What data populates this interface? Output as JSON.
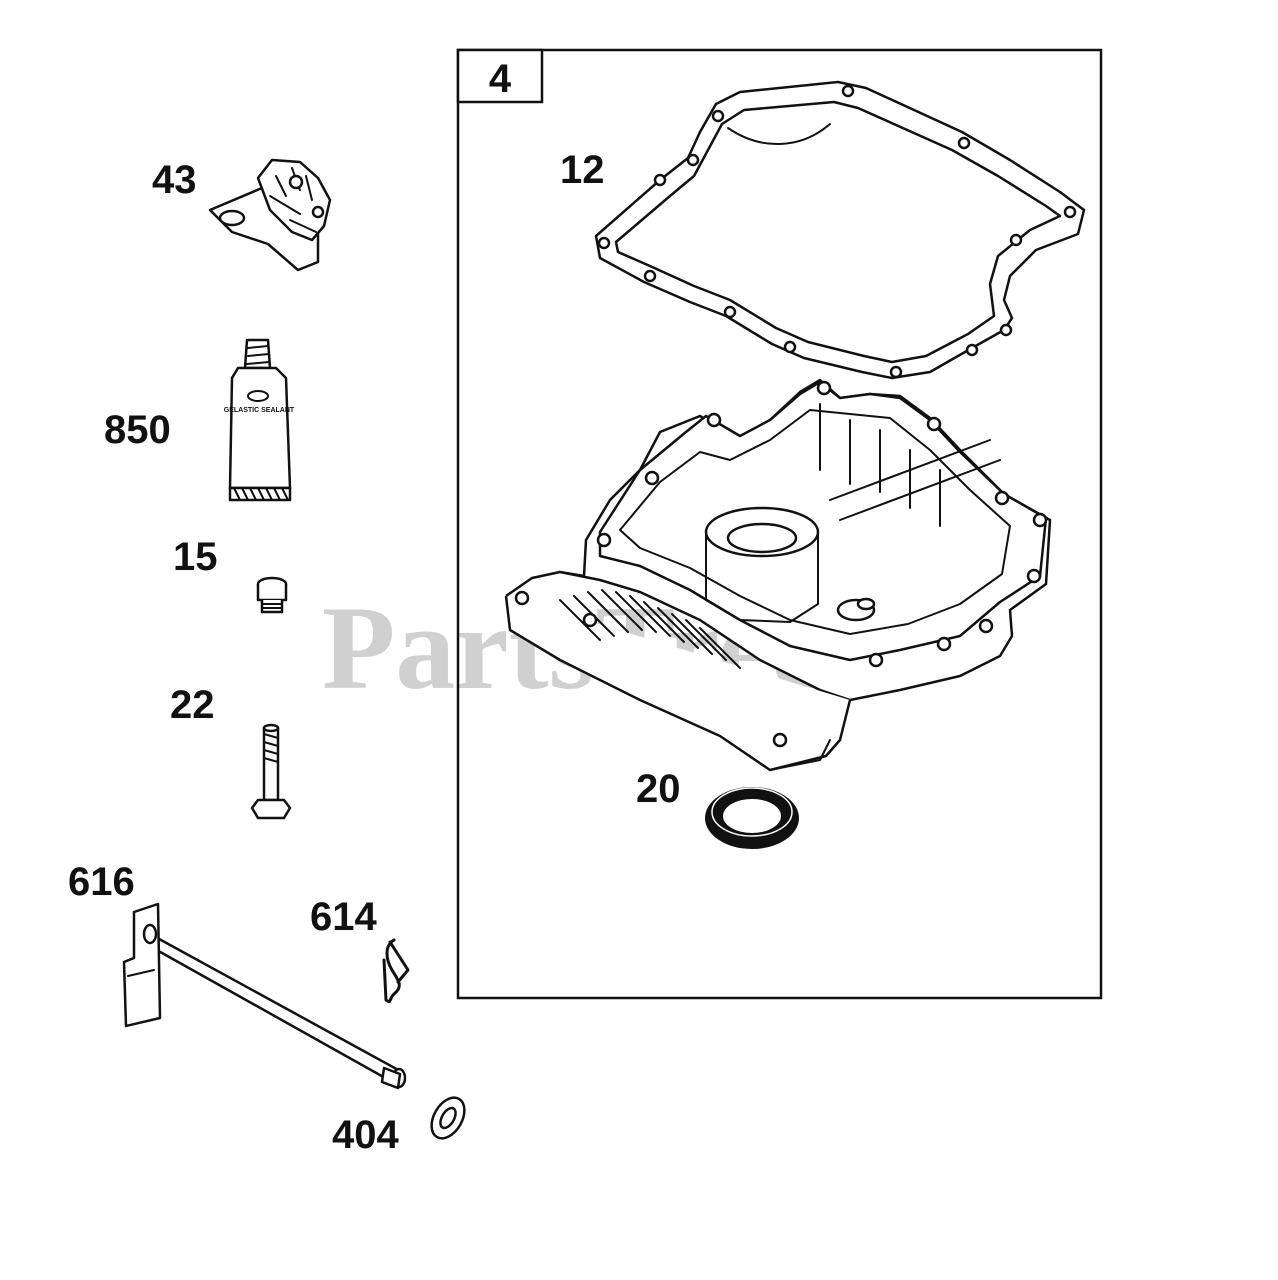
{
  "watermark": "PartsTree",
  "callouts": {
    "p43": "43",
    "p850": "850",
    "p15": "15",
    "p22": "22",
    "p616": "616",
    "p614": "614",
    "p404": "404",
    "p4": "4",
    "p12": "12",
    "p20": "20"
  },
  "sealant_label": "GELASTIC SEALANT"
}
